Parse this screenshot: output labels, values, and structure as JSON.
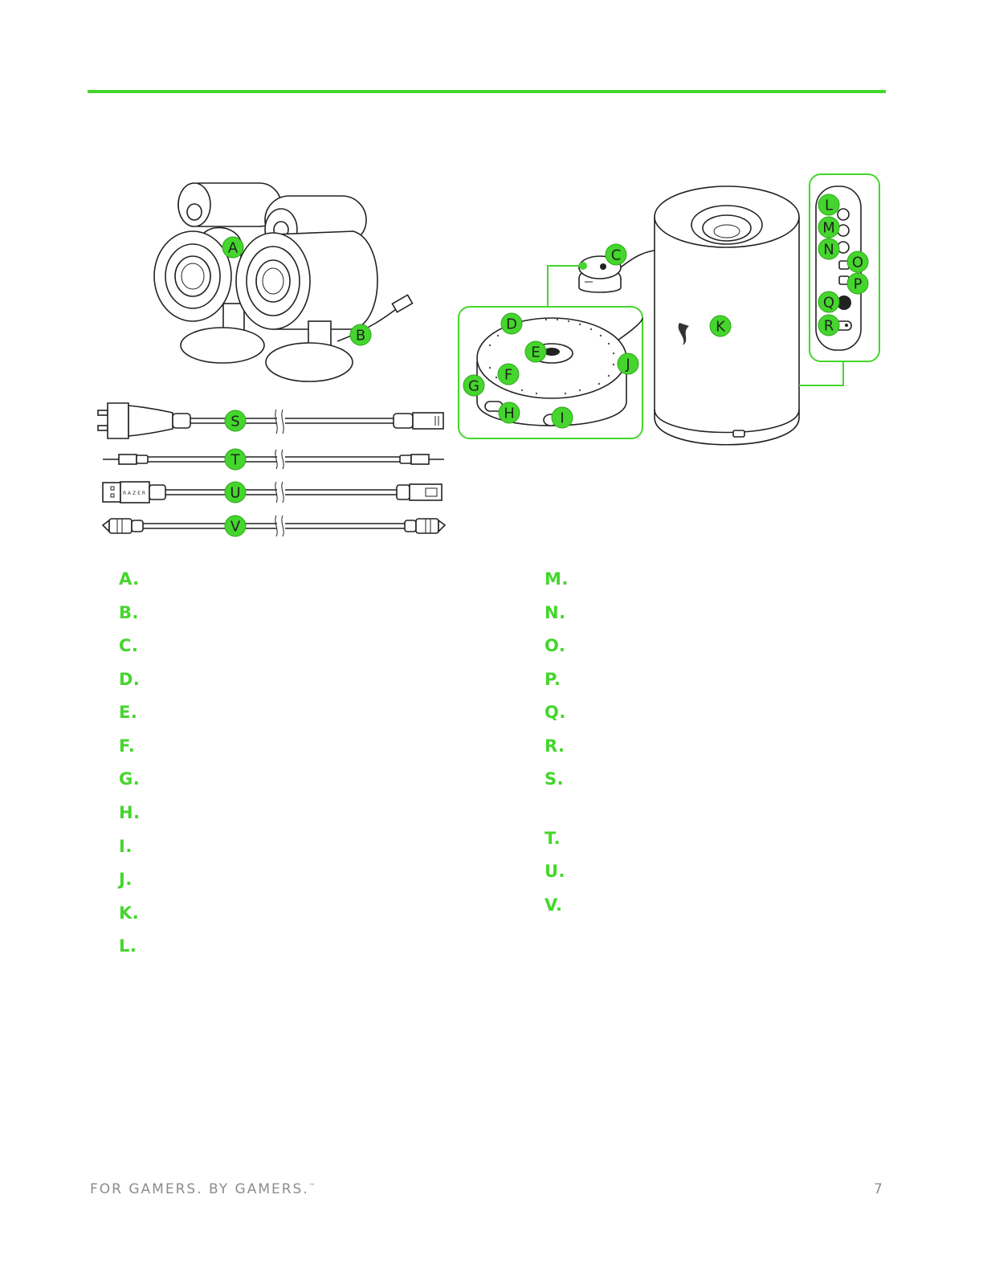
{
  "callouts": {
    "A": "A",
    "B": "B",
    "C": "C",
    "D": "D",
    "E": "E",
    "F": "F",
    "G": "G",
    "H": "H",
    "I": "I",
    "J": "J",
    "K": "K",
    "L": "L",
    "M": "M",
    "N": "N",
    "O": "O",
    "P": "P",
    "Q": "Q",
    "R": "R",
    "S": "S",
    "T": "T",
    "U": "U",
    "V": "V"
  },
  "device_text": {
    "cable_brand": "RAZER"
  },
  "legend": {
    "left": [
      "A.",
      "B.",
      "C.",
      "D.",
      "E.",
      "F.",
      "G.",
      "H.",
      "I.",
      "J.",
      "K.",
      "L."
    ],
    "right": [
      "M.",
      "N.",
      "O.",
      "P.",
      "Q.",
      "R.",
      "S.",
      "T.",
      "U.",
      "V."
    ]
  },
  "footer": {
    "tagline": "FOR GAMERS. BY GAMERS.",
    "trademark": "™",
    "page_number": "7"
  },
  "colors": {
    "accent": "#44d62c",
    "footer_text": "#8c8c8c"
  }
}
